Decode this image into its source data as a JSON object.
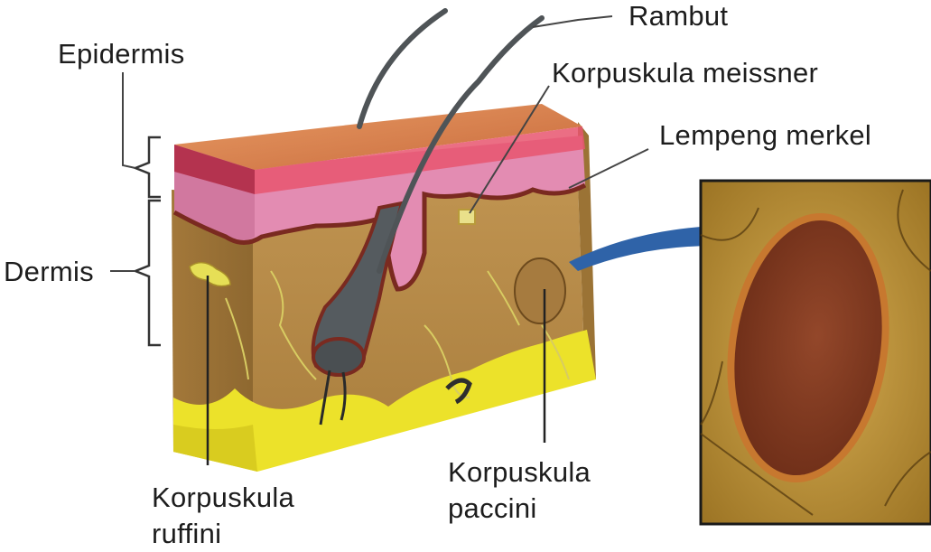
{
  "labels": {
    "epidermis": "Epidermis",
    "dermis": "Dermis",
    "rambut": "Rambut",
    "meissner": "Korpuskula meissner",
    "merkel": "Lempeng merkel",
    "ruffini_1": "Korpuskula",
    "ruffini_2": "ruffini",
    "paccini_1": "Korpuskula",
    "paccini_2": "paccini"
  },
  "colors": {
    "surface": "#d9814f",
    "epidermis_pink": "#e58ab0",
    "dermis_tan": "#b78a45",
    "fat_yellow": "#ece22a",
    "arrow_blue": "#2f63a8",
    "micrograph_bg": "#c99b3e",
    "corpuscle": "#8a3c22"
  }
}
